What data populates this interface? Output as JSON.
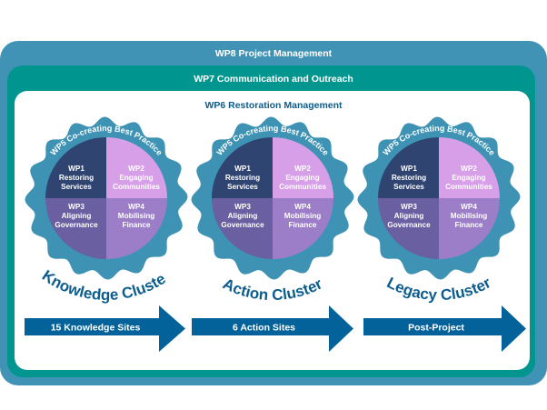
{
  "frames": {
    "outer": {
      "title": "WP8 Project Management",
      "color": "#4193b6"
    },
    "middle": {
      "title": "WP7 Communication and Outreach",
      "color": "#00968f"
    },
    "inner": {
      "title": "WP6 Restoration Management",
      "color": "#ffffff",
      "title_color": "#0c5d8e"
    }
  },
  "colors": {
    "badge": "#3e93b5",
    "wp1": "#2f4470",
    "wp2": "#d89fe9",
    "wp3": "#6a5fa0",
    "wp4": "#9c7ec8",
    "arrow": "#04629a",
    "cluster_text": "#0c5d8e"
  },
  "clusters": [
    {
      "name": "Knowledge Cluster",
      "ring_label": "WP5 Co-creating Best Practice",
      "quadrants": [
        {
          "id": "WP1",
          "lines": [
            "WP1",
            "Restoring",
            "Services"
          ]
        },
        {
          "id": "WP2",
          "lines": [
            "WP2",
            "Engaging",
            "Communities"
          ]
        },
        {
          "id": "WP3",
          "lines": [
            "WP3",
            "Aligning",
            "Governance"
          ]
        },
        {
          "id": "WP4",
          "lines": [
            "WP4",
            "Mobilising",
            "Finance"
          ]
        }
      ],
      "arrow_label": "15 Knowledge Sites"
    },
    {
      "name": "Action Cluster",
      "ring_label": "WP5 Co-creating Best Practice",
      "quadrants": [
        {
          "id": "WP1",
          "lines": [
            "WP1",
            "Restoring",
            "Services"
          ]
        },
        {
          "id": "WP2",
          "lines": [
            "WP2",
            "Engaging",
            "Communities"
          ]
        },
        {
          "id": "WP3",
          "lines": [
            "WP3",
            "Aligning",
            "Governance"
          ]
        },
        {
          "id": "WP4",
          "lines": [
            "WP4",
            "Mobilising",
            "Finance"
          ]
        }
      ],
      "arrow_label": "6 Action Sites"
    },
    {
      "name": "Legacy Cluster",
      "ring_label": "WP5 Co-creating Best Practice",
      "quadrants": [
        {
          "id": "WP1",
          "lines": [
            "WP1",
            "Restoring",
            "Services"
          ]
        },
        {
          "id": "WP2",
          "lines": [
            "WP2",
            "Engaging",
            "Communities"
          ]
        },
        {
          "id": "WP3",
          "lines": [
            "WP3",
            "Aligning",
            "Governance"
          ]
        },
        {
          "id": "WP4",
          "lines": [
            "WP4",
            "Mobilising",
            "Finance"
          ]
        }
      ],
      "arrow_label": "Post-Project"
    }
  ]
}
